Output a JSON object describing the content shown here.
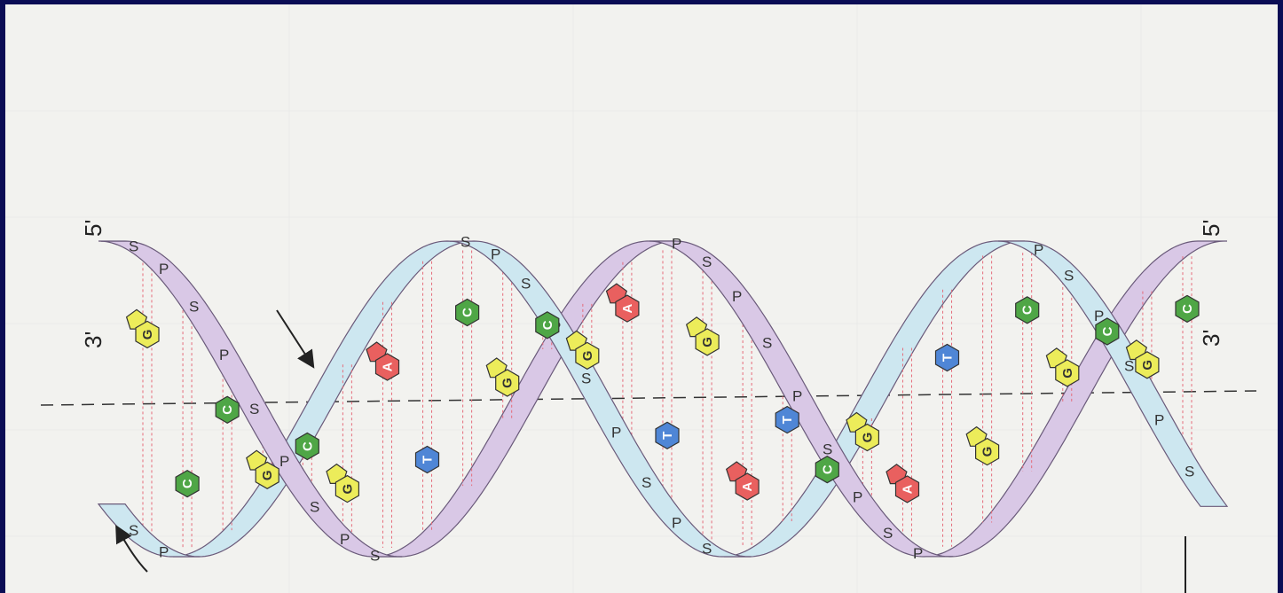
{
  "labels": {
    "top_left_5": "5'",
    "top_left_3": "3'",
    "top_right_5": "5'",
    "top_right_3": "3'"
  },
  "backbone": {
    "sugar": "S",
    "phosphate": "P"
  },
  "bases": [
    {
      "letter": "G",
      "kind": "G"
    },
    {
      "letter": "C",
      "kind": "C"
    },
    {
      "letter": "C",
      "kind": "C"
    },
    {
      "letter": "G",
      "kind": "G"
    },
    {
      "letter": "C",
      "kind": "C"
    },
    {
      "letter": "G",
      "kind": "G"
    },
    {
      "letter": "A",
      "kind": "A"
    },
    {
      "letter": "T",
      "kind": "T"
    },
    {
      "letter": "C",
      "kind": "C"
    },
    {
      "letter": "G",
      "kind": "G"
    },
    {
      "letter": "C",
      "kind": "C"
    },
    {
      "letter": "G",
      "kind": "G"
    },
    {
      "letter": "A",
      "kind": "A"
    },
    {
      "letter": "T",
      "kind": "T"
    },
    {
      "letter": "G",
      "kind": "G"
    },
    {
      "letter": "A",
      "kind": "A"
    },
    {
      "letter": "T",
      "kind": "T"
    },
    {
      "letter": "C",
      "kind": "C"
    },
    {
      "letter": "G",
      "kind": "G"
    },
    {
      "letter": "A",
      "kind": "A"
    },
    {
      "letter": "T",
      "kind": "T"
    },
    {
      "letter": "G",
      "kind": "G"
    },
    {
      "letter": "C",
      "kind": "C"
    },
    {
      "letter": "G",
      "kind": "G"
    },
    {
      "letter": "C",
      "kind": "C"
    },
    {
      "letter": "G",
      "kind": "G"
    },
    {
      "letter": "C",
      "kind": "C"
    }
  ],
  "colors": {
    "ribbon_purple": "#d9c8e6",
    "ribbon_blue": "#cde7f0",
    "G": "#ecec5a",
    "C": "#4fa646",
    "A": "#e9605f",
    "T": "#4f86d6",
    "hbond": "#e56b7a",
    "background": "#f2f2ef",
    "border": "#0b0d55"
  }
}
